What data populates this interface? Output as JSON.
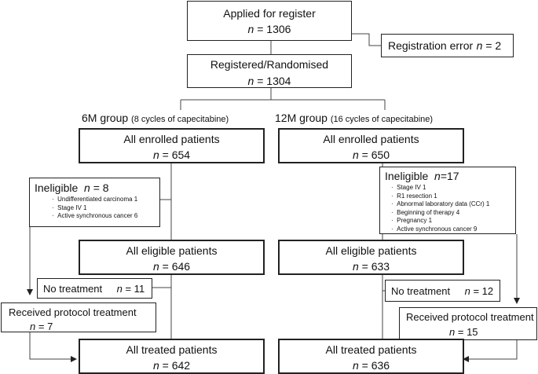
{
  "applied": {
    "label": "Applied for register",
    "n_label": "n",
    "n_value": "= 1306"
  },
  "reg_error": {
    "label": "Registration error",
    "n_label": "n",
    "n_value": "= 2"
  },
  "registered": {
    "label": "Registered/Randomised",
    "n_label": "n",
    "n_value": "= 1304"
  },
  "groups": {
    "left": {
      "name": "6M group",
      "detail": "(8 cycles of capecitabine)"
    },
    "right": {
      "name": "12M group",
      "detail": "(16 cycles of capecitabine)"
    }
  },
  "left": {
    "enrolled": {
      "label": "All enrolled patients",
      "n_label": "n",
      "n_value": "= 654"
    },
    "ineligible": {
      "label": "Ineligible",
      "n_label": "n",
      "n_value": "= 8",
      "items": [
        "Undifferentiated carcinoma 1",
        "Stage IV 1",
        "Active synchronous cancer 6"
      ]
    },
    "eligible": {
      "label": "All eligible patients",
      "n_label": "n",
      "n_value": "= 646"
    },
    "no_treatment": {
      "label": "No treatment",
      "n_label": "n",
      "n_value": "= 11"
    },
    "received": {
      "label": "Received protocol treatment",
      "n_label": "n",
      "n_value": "= 7"
    },
    "treated": {
      "label": "All treated patients",
      "n_label": "n",
      "n_value": "= 642"
    }
  },
  "right": {
    "enrolled": {
      "label": "All enrolled patients",
      "n_label": "n",
      "n_value": "= 650"
    },
    "ineligible": {
      "label": "Ineligible",
      "n_label": "n",
      "n_value": "=17",
      "items": [
        "Stage IV 1",
        "R1 resection 1",
        "Abnormal laboratory data (CCr) 1",
        "Beginning of therapy 4",
        "Pregnancy 1",
        "Active synchronous cancer 9"
      ]
    },
    "eligible": {
      "label": "All eligible patients",
      "n_label": "n",
      "n_value": "= 633"
    },
    "no_treatment": {
      "label": "No treatment",
      "n_label": "n",
      "n_value": "= 12"
    },
    "received": {
      "label": "Received protocol treatment",
      "n_label": "n",
      "n_value": "= 15"
    },
    "treated": {
      "label": "All treated patients",
      "n_label": "n",
      "n_value": "= 636"
    }
  }
}
